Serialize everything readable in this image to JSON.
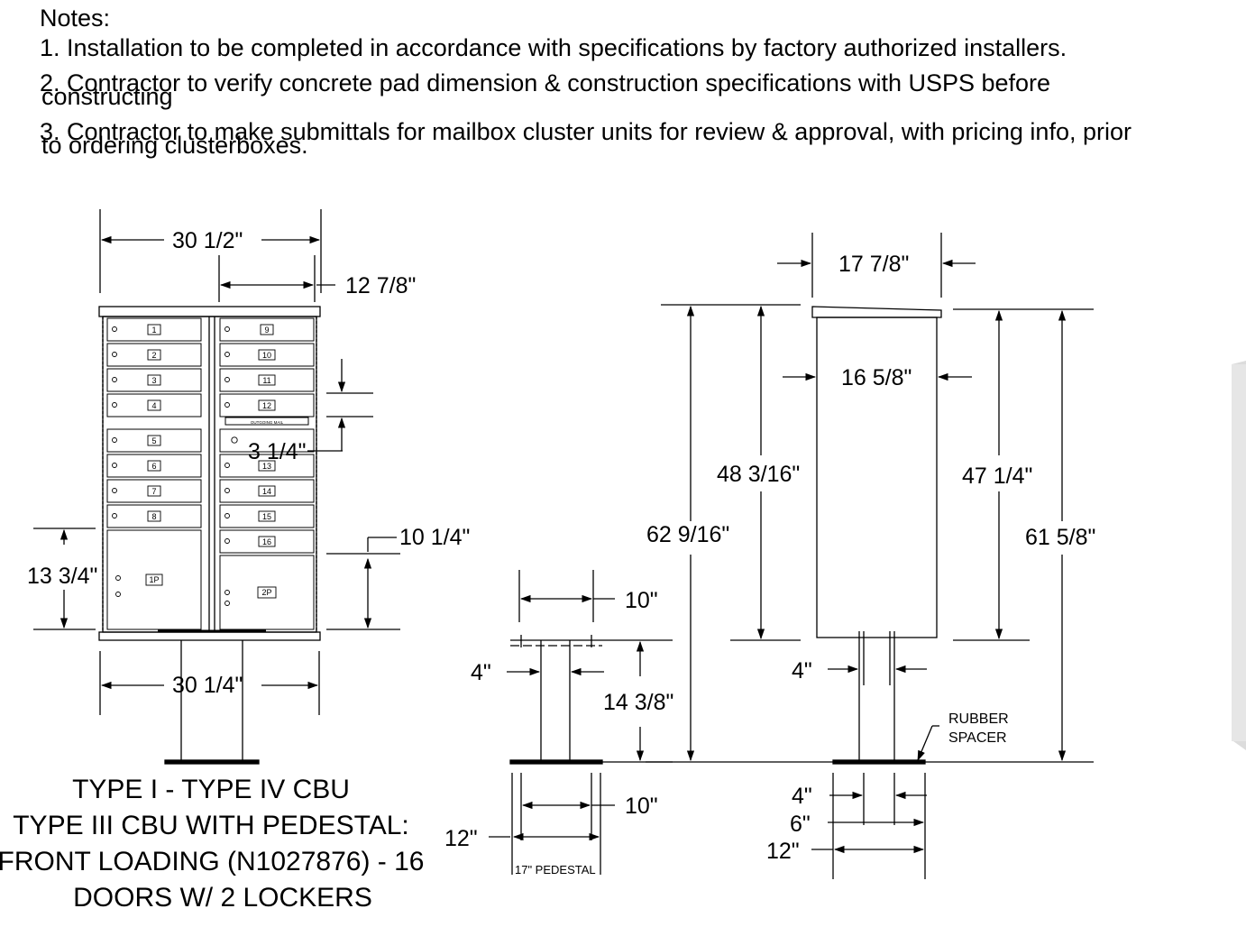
{
  "notes": {
    "heading": "Notes:",
    "items": [
      {
        "line1": "1. Installation to be completed in accordance with  specifications by factory authorized installers.",
        "line2": ""
      },
      {
        "line1": "2. Contractor to verify concrete pad dimension & construction specifications with USPS before",
        "line2": "constructing"
      },
      {
        "line1": "3. Contractor to make submittals for mailbox cluster units for review & approval, with pricing info, prior",
        "line2": "to ordering clusterboxes."
      }
    ]
  },
  "front_view": {
    "dims": {
      "overall_width": "30 1/2\"",
      "door_column_width": "12 7/8\"",
      "door_height": "3 1/4\"",
      "parcel_left_height": "13 3/4\"",
      "parcel_right_height": "10 1/4\"",
      "base_width": "30 1/4\""
    },
    "door_labels_left": [
      "1",
      "2",
      "3",
      "4",
      "5",
      "6",
      "7",
      "8"
    ],
    "door_labels_right": [
      "9",
      "10",
      "11",
      "12",
      "13",
      "14",
      "15",
      "16"
    ],
    "parcel_left": "1P",
    "parcel_right": "2P",
    "outgoing_mail": "OUTGOING MAIL"
  },
  "title": [
    "TYPE I - TYPE IV CBU",
    "TYPE III CBU WITH PEDESTAL:",
    "FRONT LOADING (N1027876) - 16",
    "DOORS W/ 2 LOCKERS"
  ],
  "pedestal_view": {
    "top_width": "10\"",
    "post_width": "4\"",
    "height": "14 3/8\"",
    "base_width": "10\"",
    "base_depth": "12\"",
    "pedestal_label": "17\" PEDESTAL"
  },
  "side_view": {
    "top_width": "17 7/8\"",
    "body_width": "16 5/8\"",
    "body_height_left": "48 3/16\"",
    "overall_height_left": "62 9/16\"",
    "body_height_right": "47 1/4\"",
    "overall_height_right": "61 5/8\"",
    "post_width": "4\"",
    "spacer_label_1": "RUBBER",
    "spacer_label_2": "SPACER",
    "base_post": "4\"",
    "base_mid": "6\"",
    "base_full": "12\""
  }
}
